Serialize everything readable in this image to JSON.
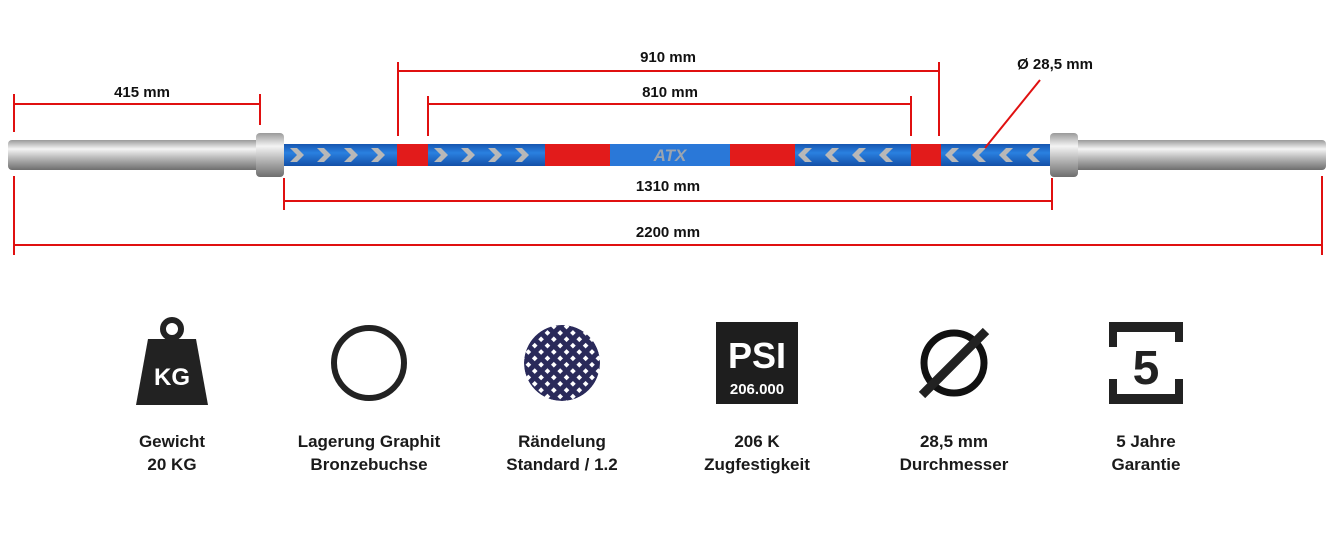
{
  "dimensions": {
    "sleeve": "415 mm",
    "outer_grip": "910 mm",
    "inner_grip": "810 mm",
    "diameter": "Ø 28,5 mm",
    "shaft": "1310 mm",
    "total": "2200 mm"
  },
  "bar_logo": "ATX",
  "colors": {
    "shaft": "#1f6fd1",
    "marker": "#e21b1b",
    "dim_line": "#e01010",
    "icon": "#222222"
  },
  "features": [
    {
      "icon": "kg-weight-icon",
      "icon_text": "KG",
      "line1": "Gewicht",
      "line2": "20 KG"
    },
    {
      "icon": "bushing-ring-icon",
      "line1": "Lagerung Graphit",
      "line2": "Bronzebuchse"
    },
    {
      "icon": "knurling-icon",
      "line1": "Rändelung",
      "line2": "Standard / 1.2"
    },
    {
      "icon": "psi-icon",
      "icon_text": "PSI",
      "icon_sub": "206.000",
      "line1": "206 K",
      "line2": "Zugfestigkeit"
    },
    {
      "icon": "diameter-icon",
      "line1": "28,5 mm",
      "line2": "Durchmesser"
    },
    {
      "icon": "warranty-5-icon",
      "icon_text": "5",
      "line1": "5 Jahre",
      "line2": "Garantie"
    }
  ]
}
